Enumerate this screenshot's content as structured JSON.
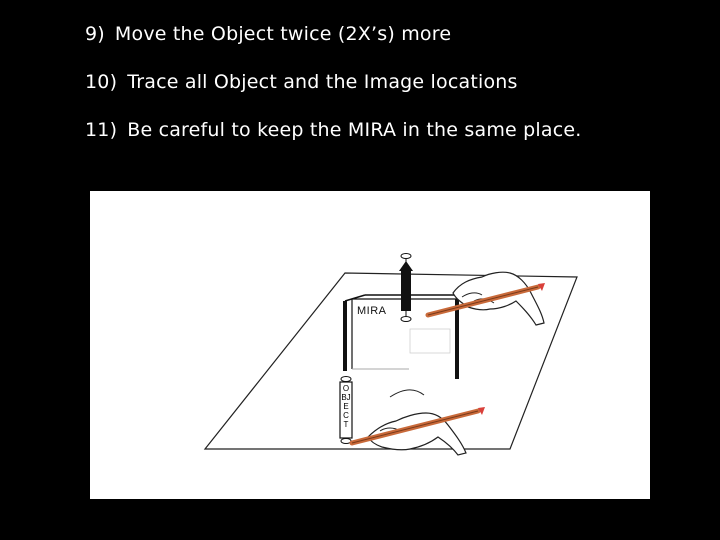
{
  "steps": [
    {
      "number": "9)",
      "text": "Move the Object twice (2X’s) more"
    },
    {
      "number": "10)",
      "text": "Trace all Object and the  Image locations"
    },
    {
      "number": "11)",
      "text": "Be careful to keep the MIRA in the same place."
    }
  ],
  "figure": {
    "mira_label": "MIRA",
    "object_label": "OBJECT"
  },
  "colors": {
    "background": "#000000",
    "text": "#ffffff",
    "figure_background": "#ffffff",
    "pencil": "#c96a3a",
    "pencil_tip": "#d9403a"
  }
}
